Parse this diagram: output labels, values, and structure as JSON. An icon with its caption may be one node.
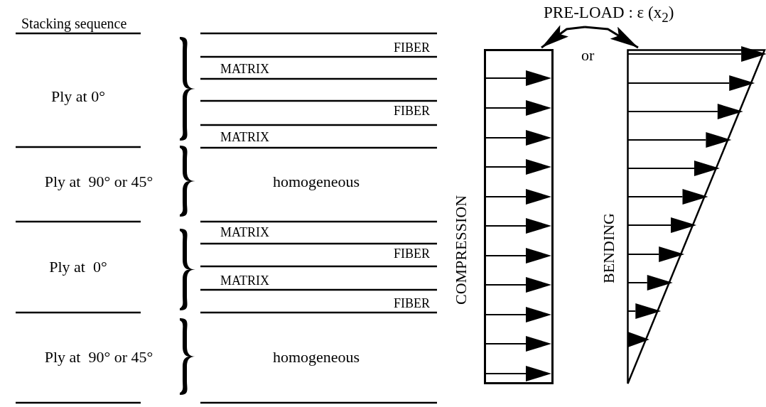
{
  "diagram": {
    "nodes": [
      {
        "text": [
          "PRE-LOAD : ε (x$_{2}$)"
        ]
      },
      {
        "text": [
          "COMPRESSION"
        ]
      },
      {
        "text": [
          "BENDING"
        ]
      }
    ],
    "edges": [
      {
        "from": 0,
        "to": 1,
        "arrow": "to"
      },
      {
        "from": 0,
        "to": 2,
        "arrow": "to"
      }
    ],
    "labels": [
      "Stacking sequence",
      "or",
      "Ply at 0°",
      "FIBER",
      "MATRIX",
      "FIBER",
      "MATRIX",
      "Ply at  90° or 45°",
      "homogeneous",
      "Ply at  0°",
      "MATRIX",
      "FIBER",
      "MATRIX",
      "FIBER",
      "Ply at  90° or 45°",
      "homogeneous"
    ]
  }
}
